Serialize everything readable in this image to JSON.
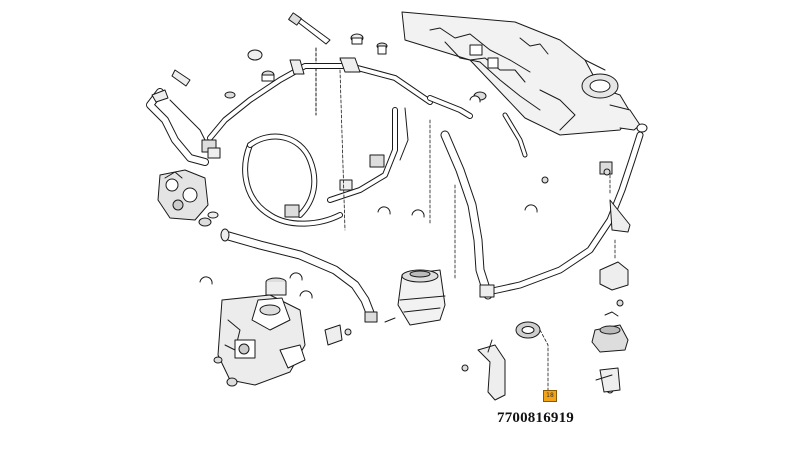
{
  "diagram": {
    "callout_label": "18",
    "part_number": "7700816919",
    "colors": {
      "line": "#1a1a1a",
      "fill_light": "#f2f2f2",
      "fill_mid": "#d8d8d8",
      "callout": "#f3a417"
    },
    "components": [
      "engine-block",
      "steering-rack",
      "power-steering-pump",
      "fluid-reservoir",
      "pressure-hose",
      "return-hose",
      "cooler-line",
      "mounting-brackets",
      "hose-clamps",
      "bolts",
      "seal-ring",
      "valve-body"
    ]
  }
}
